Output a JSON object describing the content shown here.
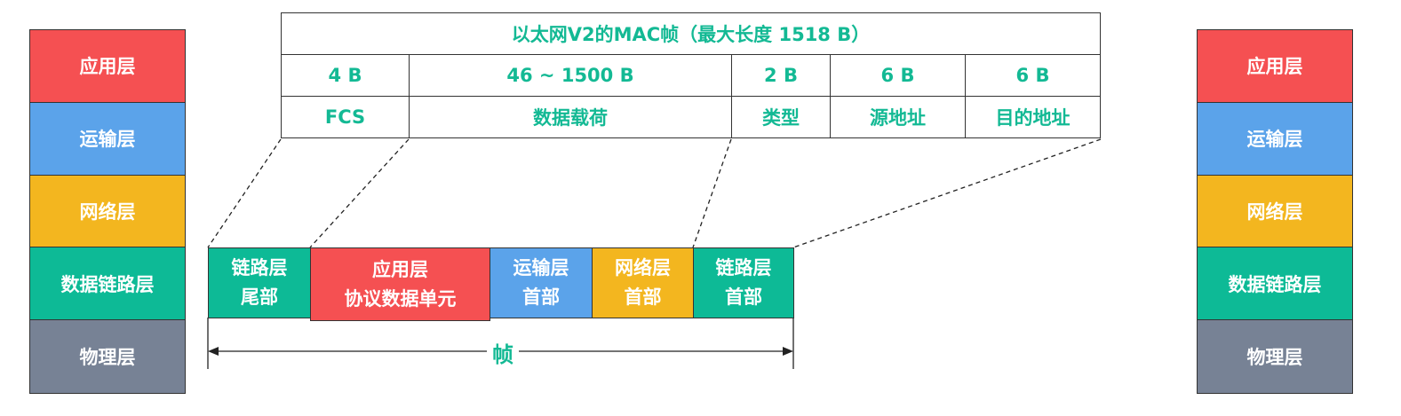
{
  "left_stack": [
    "应用层",
    "运输层",
    "网络层",
    "数据链路层",
    "物理层"
  ],
  "right_stack": [
    "应用层",
    "运输层",
    "网络层",
    "数据链路层",
    "物理层"
  ],
  "mac_table": {
    "title": "以太网V2的MAC帧（最大长度 1518 B）",
    "sizes": [
      "4 B",
      "46 ~ 1500 B",
      "2 B",
      "6 B",
      "6 B"
    ],
    "fields": [
      "FCS",
      "数据载荷",
      "类型",
      "源地址",
      "目的地址"
    ]
  },
  "frame": {
    "cells": [
      {
        "l1": "链路层",
        "l2": "尾部"
      },
      {
        "l1": "应用层",
        "l2": "协议数据单元"
      },
      {
        "l1": "运输层",
        "l2": "首部"
      },
      {
        "l1": "网络层",
        "l2": "首部"
      },
      {
        "l1": "链路层",
        "l2": "首部"
      }
    ],
    "label": "帧"
  },
  "colors": {
    "app": "#f55052",
    "transport": "#5ba3ea",
    "network": "#f3b61f",
    "link": "#0dba96",
    "physical": "#778295",
    "text_green": "#13b994"
  }
}
